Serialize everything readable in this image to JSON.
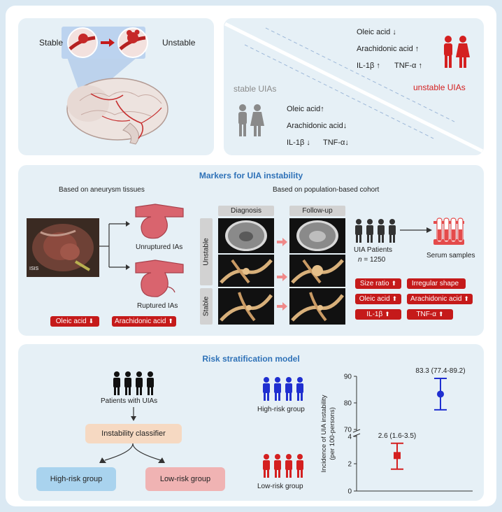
{
  "top": {
    "stable_label": "Stable",
    "unstable_label": "Unstable",
    "unstable_markers": {
      "oleic": "Oleic acid ↓",
      "arachidonic": "Arachidonic acid ↑",
      "il1b": "IL-1β ↑",
      "tnf": "TNF-α ↑"
    },
    "unstable_title": "unstable UIAs",
    "stable_title": "stable UIAs",
    "stable_markers": {
      "oleic": "Oleic acid↑",
      "arachidonic": "Arachidonic acid↓",
      "il1b": "IL-1β ↓",
      "tnf": "TNF-α↓"
    }
  },
  "middle": {
    "title": "Markers for UIA instability",
    "tissue_caption": "Based on aneurysm tissues",
    "cohort_caption": "Based on population-based cohort",
    "photo_label": "ISIS",
    "unruptured": "Unruptured IAs",
    "ruptured": "Ruptured IAs",
    "tissue_tags": [
      {
        "label": "Oleic acid",
        "arrow": "⬇"
      },
      {
        "label": "Arachidonic acid",
        "arrow": "⬆"
      }
    ],
    "diagnosis": "Diagnosis",
    "followup": "Follow-up",
    "unstable_side": "Unstable",
    "stable_side": "Stable",
    "patients_label": "UIA Patients",
    "n_label": "n",
    "n_value": "= 1250",
    "serum": "Serum samples",
    "cohort_tags": [
      {
        "label": "Size ratio",
        "arrow": "⬆"
      },
      {
        "label": "Irregular shape",
        "arrow": ""
      },
      {
        "label": "Oleic acid",
        "arrow": "⬆"
      },
      {
        "label": "Arachidonic acid",
        "arrow": "⬆"
      },
      {
        "label": "IL-1β",
        "arrow": "⬆"
      },
      {
        "label": "TNF-α",
        "arrow": "⬆"
      }
    ]
  },
  "bottom": {
    "title": "Risk stratification model",
    "patients": "Patients with UIAs",
    "classifier": "Instability classifier",
    "high_box": "High-risk group",
    "low_box": "Low-risk group",
    "high_icon_label": "High-risk group",
    "low_icon_label": "Low-risk group"
  },
  "chart_data": {
    "type": "scatter",
    "ylabel": "Incidence of UIA instability (per 100-persons)",
    "y_ticks_upper": [
      70,
      80,
      90
    ],
    "y_ticks_lower": [
      0,
      2,
      4
    ],
    "broken_axis": true,
    "series": [
      {
        "group": "low-risk",
        "value": 2.6,
        "ci": [
          1.6,
          3.5
        ],
        "label": "2.6 (1.6-3.5)",
        "color": "#d42020"
      },
      {
        "group": "high-risk",
        "value": 83.3,
        "ci": [
          77.4,
          89.2
        ],
        "label": "83.3 (77.4-89.2)",
        "color": "#1f2fd0"
      }
    ]
  },
  "colors": {
    "panel": "#e6f0f6",
    "accent_blue": "#2f72b8",
    "tag_red": "#c51a1a",
    "unstable_red": "#d42020",
    "high_risk_blue": "#1f2fd0"
  }
}
